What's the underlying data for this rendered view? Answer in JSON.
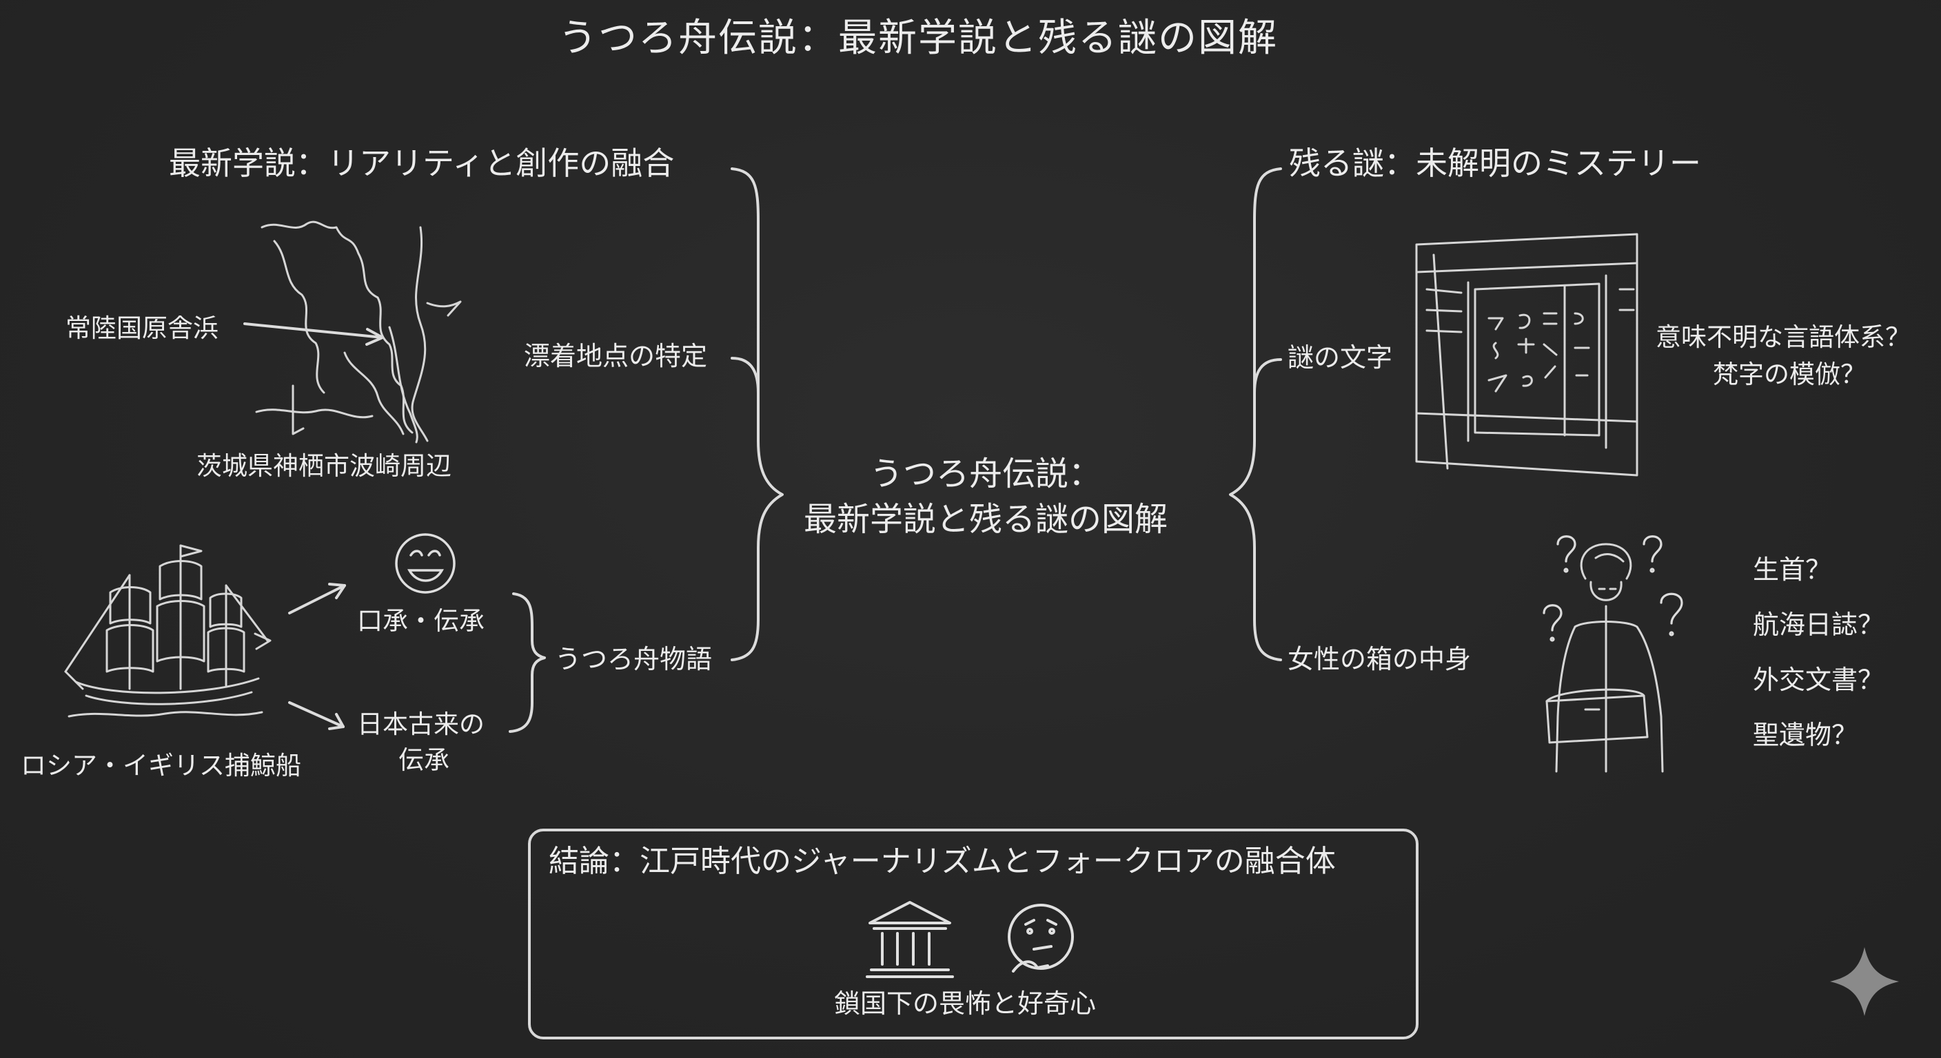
{
  "title": "うつろ舟伝説：最新学説と残る謎の図解",
  "center": {
    "line1": "うつろ舟伝説：",
    "line2": "最新学説と残る謎の図解"
  },
  "left": {
    "heading": "最新学説：リアリティと創作の融合",
    "branches": {
      "landing_point": "漂着地点の特定",
      "utsuro_story": "うつろ舟物語"
    },
    "map": {
      "place_label": "常陸国原舎浜",
      "caption": "茨城県神栖市波崎周辺"
    },
    "ship": {
      "caption": "ロシア・イギリス捕鯨船"
    },
    "sources": {
      "oral": "口承・伝承",
      "japanese_1": "日本古来の",
      "japanese_2": "伝承"
    }
  },
  "right": {
    "heading": "残る謎：未解明のミステリー",
    "branches": {
      "characters": "謎の文字",
      "box": "女性の箱の中身"
    },
    "characters_question": {
      "line1": "意味不明な言語体系？",
      "line2": "梵字の模倣？"
    },
    "box_candidates": [
      "生首？",
      "航海日誌？",
      "外交文書？",
      "聖遺物？"
    ]
  },
  "conclusion": {
    "title": "結論：江戸時代のジャーナリズムとフォークロアの融合体",
    "subtitle": "鎖国下の畏怖と好奇心"
  },
  "icons": {
    "map": "map-sketch-icon",
    "ship": "sailing-ship-icon",
    "smile": "smiling-face-icon",
    "panel": "mysterious-characters-panel-icon",
    "woman": "woman-holding-box-icon",
    "museum": "museum-building-icon",
    "thinking": "thinking-face-icon",
    "sparkle": "sparkle-icon"
  },
  "colors": {
    "background": "#262626",
    "ink": "#ececec"
  }
}
